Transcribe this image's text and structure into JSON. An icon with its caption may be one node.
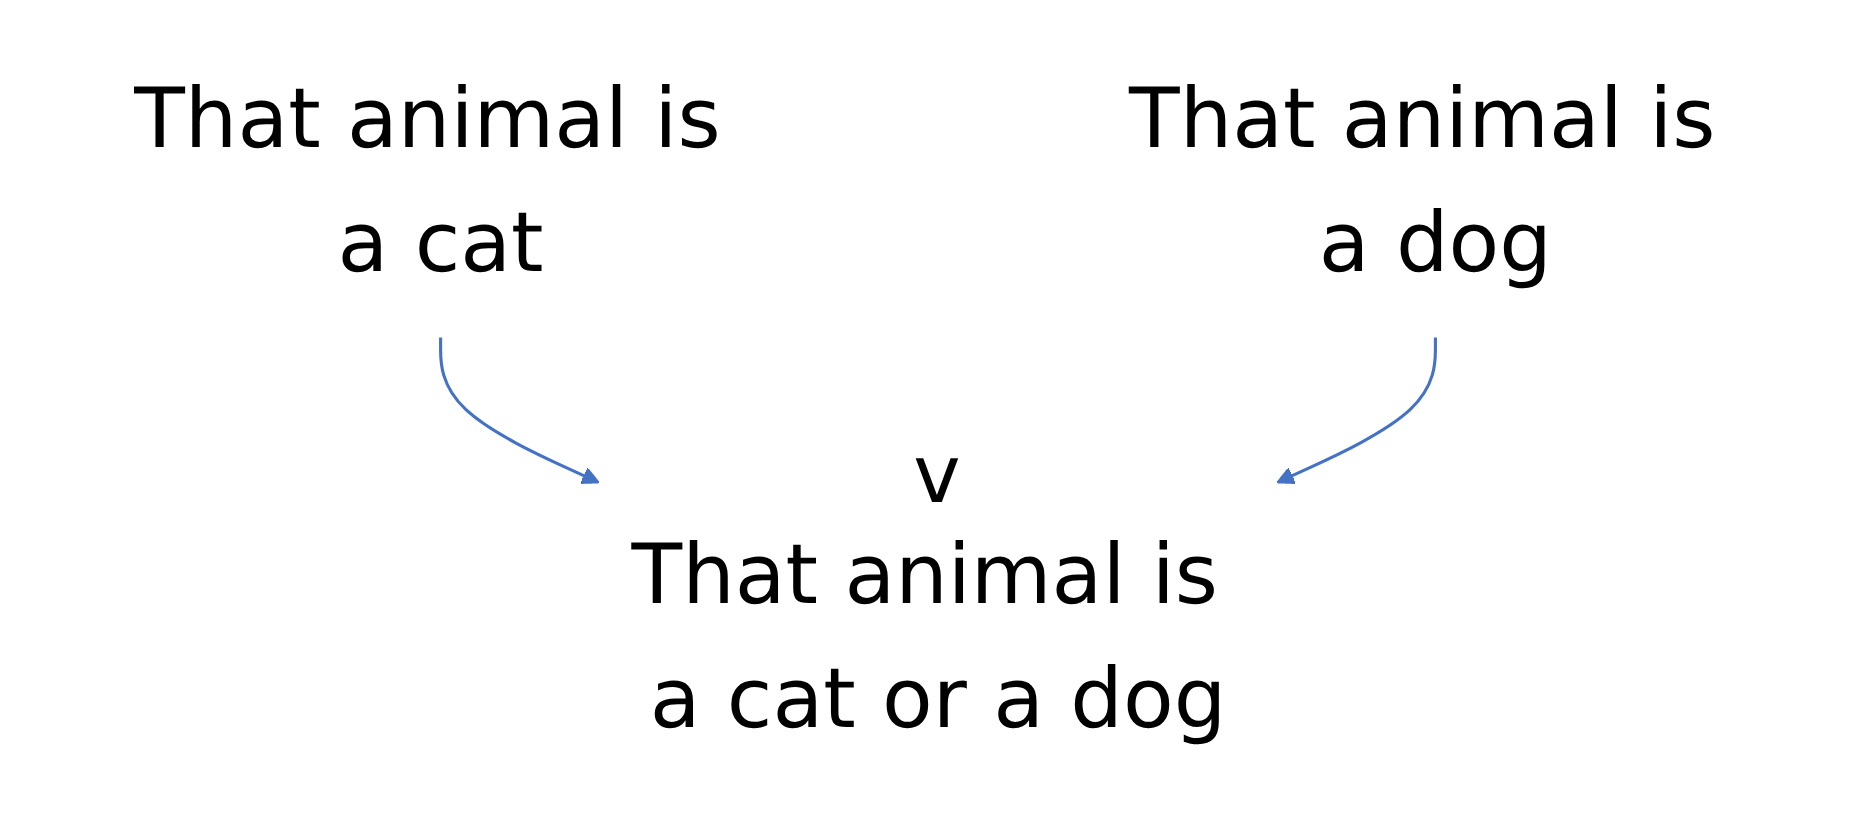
{
  "diagram": {
    "nodes": [
      {
        "text": [
          "That animal is a cat"
        ]
      },
      {
        "text": [
          "That animal is a dog"
        ]
      },
      {
        "text": [
          "That animal is a cat or a dog"
        ]
      }
    ],
    "edges": [
      {
        "from": 0,
        "to": 2,
        "arrow": "to"
      },
      {
        "from": 1,
        "to": 2,
        "arrow": "to"
      }
    ],
    "labels": [
      "v"
    ]
  }
}
